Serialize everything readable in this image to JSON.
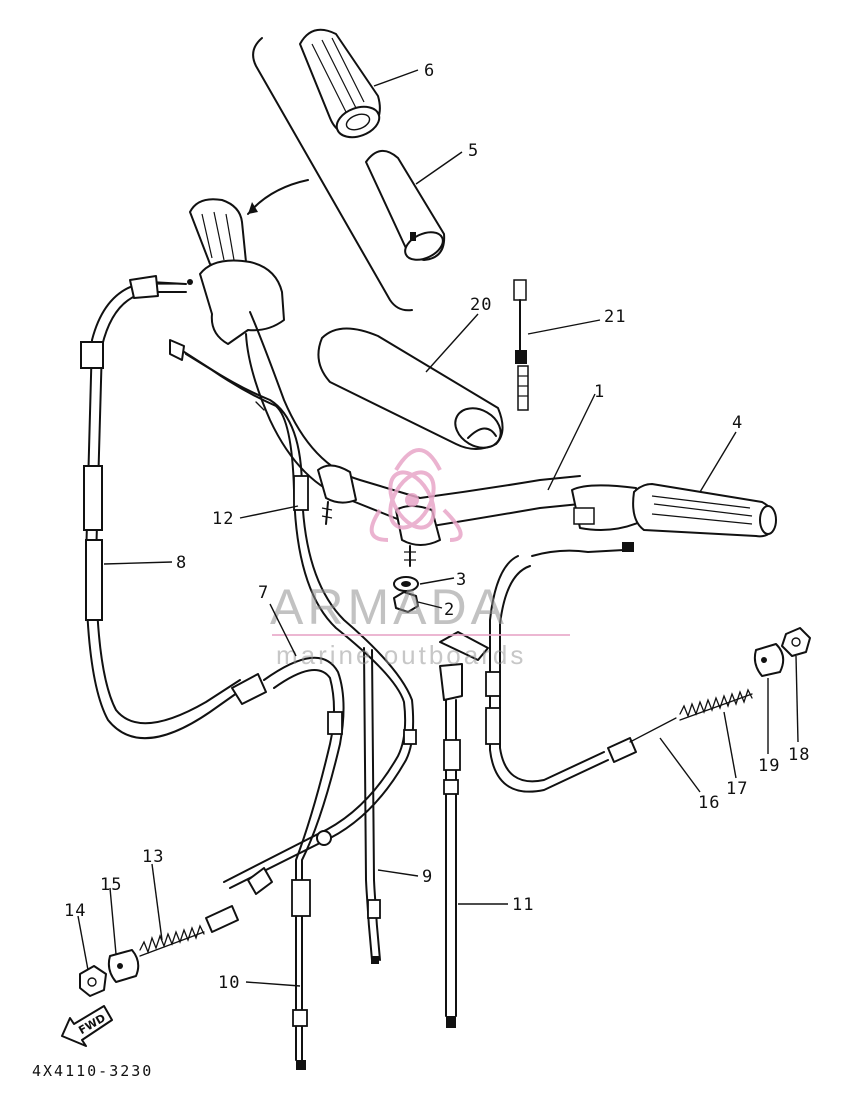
{
  "diagram": {
    "drawing_code": "4X4110-3230",
    "direction_badge": "FWD",
    "parts": [
      {
        "id": "1",
        "label": "1"
      },
      {
        "id": "2",
        "label": "2"
      },
      {
        "id": "3",
        "label": "3"
      },
      {
        "id": "4",
        "label": "4"
      },
      {
        "id": "5",
        "label": "5"
      },
      {
        "id": "6",
        "label": "6"
      },
      {
        "id": "7",
        "label": "7"
      },
      {
        "id": "8",
        "label": "8"
      },
      {
        "id": "9",
        "label": "9"
      },
      {
        "id": "10",
        "label": "10"
      },
      {
        "id": "11",
        "label": "11"
      },
      {
        "id": "12",
        "label": "12"
      },
      {
        "id": "13",
        "label": "13"
      },
      {
        "id": "14",
        "label": "14"
      },
      {
        "id": "15",
        "label": "15"
      },
      {
        "id": "16",
        "label": "16"
      },
      {
        "id": "17",
        "label": "17"
      },
      {
        "id": "18",
        "label": "18"
      },
      {
        "id": "19",
        "label": "19"
      },
      {
        "id": "20",
        "label": "20"
      },
      {
        "id": "21",
        "label": "21"
      }
    ]
  },
  "watermark": {
    "brand": "ARMADA",
    "tagline": "marine outboards",
    "logo_color": "#e8a6c8"
  }
}
